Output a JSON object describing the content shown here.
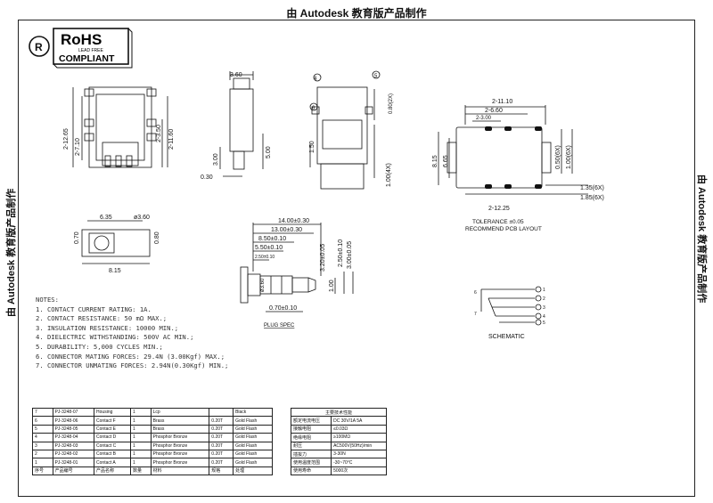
{
  "header": {
    "watermark": "由 Autodesk 教育版产品制作"
  },
  "rohs": {
    "title": "RoHS",
    "lead_free": "LEAD FREE",
    "compliant": "COMPLIANT"
  },
  "dims": {
    "top_width": "3.60",
    "pos_label": "0.80(2X)",
    "top_left_1": "2-12.65",
    "top_left_2": "2-7.10",
    "top_right_1": "2-3.50",
    "top_right_2": "2-11.60",
    "side_h1": "3.00",
    "side_h2": "5.00",
    "side_w": "0.30",
    "front_h": "1.50",
    "front_t": "1.00(4X)",
    "bottom_w1": "6.35",
    "bottom_dia": "ø3.60",
    "bottom_h1": "0.70",
    "bottom_h2": "0.80",
    "bottom_w2": "8.15",
    "callout_4": "4",
    "callout_5": "5",
    "callout_6": "6",
    "pcb_w1": "2-11.10",
    "pcb_w2": "2-6.60",
    "pcb_w3": "2-3.00",
    "pcb_h1": "8.15",
    "pcb_h2": "6.65",
    "pcb_r1": "0.50(6X)",
    "pcb_r2": "1.00(6X)",
    "pcb_r3": "1.35(6X)",
    "pcb_r4": "1.85(6X)",
    "pcb_bottom": "2-12.25",
    "tolerance": "TOLERANCE ±0.05",
    "recommend": "RECOMMEND PCB LAYOUT",
    "plug_1": "14.00±0.30",
    "plug_2": "13.00±0.30",
    "plug_3": "8.50±0.10",
    "plug_4": "5.50±0.10",
    "plug_5": "2.50±0.10",
    "plug_v1": "3.20±0.05",
    "plug_v2": "2.50±0.10",
    "plug_v3": "3.00±0.05",
    "plug_v4": "1.00",
    "plug_dia": "ø3.60",
    "plug_bottom": "0.70±0.10",
    "plug_spec": "PLUG SPEC",
    "schematic": "SCHEMATIC",
    "sch_1": "1",
    "sch_2": "2",
    "sch_3": "3",
    "sch_4": "4",
    "sch_5": "5",
    "sch_6": "6",
    "sch_7": "7"
  },
  "notes": {
    "title": "NOTES:",
    "lines": [
      "1. CONTACT CURRENT RATING: 1A.",
      "2. CONTACT RESISTANCE: 50 mΩ MAX.;",
      "3. INSULATION RESISTANCE: 10000 MIN.;",
      "4. DIELECTRIC WITHSTANDING: 500V AC MIN.;",
      "5. DURABILITY: 5,000 CYCLES MIN.;",
      "6. CONNECTOR MATING FORCES: 29.4N (3.00Kgf) MAX.;",
      "7. CONNECTOR UNMATING FORCES: 2.94N(0.30Kgf) MIN.;"
    ]
  },
  "bom": {
    "rows": [
      [
        "7",
        "PJ-3248-07",
        "Housing",
        "1",
        "Lcp",
        "",
        "Black"
      ],
      [
        "6",
        "PJ-3248-06",
        "Contact F",
        "1",
        "Brass",
        "0.20T",
        "Gold Flash"
      ],
      [
        "5",
        "PJ-3248-05",
        "Contact E",
        "1",
        "Brass",
        "0.20T",
        "Gold Flash"
      ],
      [
        "4",
        "PJ-3248-04",
        "Contact D",
        "1",
        "Phosphor Bronze",
        "0.20T",
        "Gold Flash"
      ],
      [
        "3",
        "PJ-3248-03",
        "Contact C",
        "1",
        "Phosphor Bronze",
        "0.20T",
        "Gold Flash"
      ],
      [
        "2",
        "PJ-3248-02",
        "Contact B",
        "1",
        "Phosphor Bronze",
        "0.20T",
        "Gold Flash"
      ],
      [
        "1",
        "PJ-3248-01",
        "Contact A",
        "1",
        "Phosphor Bronze",
        "0.20T",
        "Gold Flash"
      ],
      [
        "序号",
        "产品编号",
        "产品名称",
        "数量",
        "材料",
        "规格",
        "处理"
      ]
    ]
  },
  "specs": {
    "title": "主要技术性能",
    "rows": [
      [
        "额定电流电压",
        "DC 30V/1A 5A"
      ],
      [
        "接触电阻",
        "≤0.03Ω"
      ],
      [
        "绝缘电阻",
        "≥100MΩ"
      ],
      [
        "耐压",
        "AC500V(50Hz)/min"
      ],
      [
        "插拔力",
        "3-30N"
      ],
      [
        "使用温度范围",
        "-30~70°C"
      ],
      [
        "使用寿命",
        "5000次"
      ]
    ]
  }
}
